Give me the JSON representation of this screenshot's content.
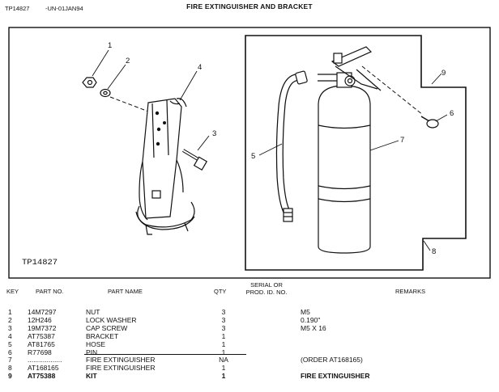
{
  "header": {
    "ref": "TP14827",
    "code": "-UN-01JAN94",
    "title": "FIRE EXTINGUISHER AND BRACKET"
  },
  "illustration": {
    "tag": "TP14827",
    "callouts": [
      "1",
      "2",
      "3",
      "4",
      "5",
      "6",
      "7",
      "8",
      "9"
    ]
  },
  "columns": {
    "key": "KEY",
    "part_no": "PART NO.",
    "part_name": "PART NAME",
    "qty": "QTY",
    "serial_line1": "SERIAL OR",
    "serial_line2": "PROD. ID. NO.",
    "remarks": "REMARKS"
  },
  "rows": [
    {
      "key": "1",
      "part": "14M7297",
      "name": "NUT",
      "qty": "3",
      "remarks": "M5"
    },
    {
      "key": "2",
      "part": "12H246",
      "name": "LOCK WASHER",
      "qty": "3",
      "remarks": "0.190\""
    },
    {
      "key": "3",
      "part": "19M7372",
      "name": "CAP SCREW",
      "qty": "3",
      "remarks": "M5 X 16"
    },
    {
      "key": "4",
      "part": "AT75387",
      "name": "BRACKET",
      "qty": "1",
      "remarks": ""
    },
    {
      "key": "5",
      "part": "AT81765",
      "name": "HOSE",
      "qty": "1",
      "remarks": ""
    },
    {
      "key": "6",
      "part": "R77698",
      "name": "PIN",
      "qty": "1",
      "remarks": ""
    },
    {
      "key": "7",
      "part": "..................",
      "name": "FIRE EXTINGUISHER",
      "qty": "NA",
      "remarks": "(ORDER AT168165)"
    },
    {
      "key": "8",
      "part": "AT168165",
      "name": "FIRE EXTINGUISHER",
      "qty": "1",
      "remarks": ""
    },
    {
      "key": "9",
      "part": "AT75388",
      "name": "KIT",
      "qty": "1",
      "remarks": "FIRE EXTINGUISHER"
    }
  ]
}
